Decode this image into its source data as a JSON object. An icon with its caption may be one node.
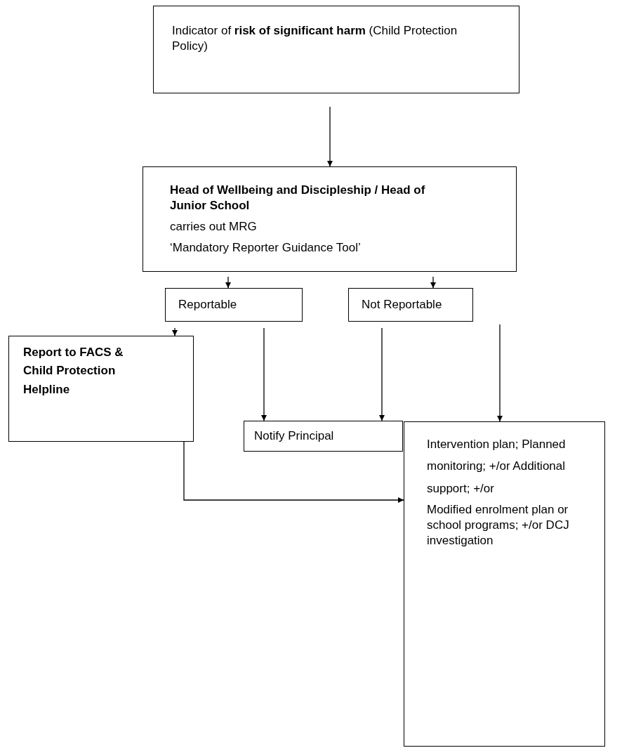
{
  "diagram": {
    "nodes": [
      {
        "text": [
          "Indicator of **risk of significant harm** (Child Protection Policy)"
        ]
      },
      {
        "text": [
          "Head of Wellbeing and Discipleship / Head of Junior School",
          "carries out MRG",
          "‘Mandatory Reporter Guidance Tool’"
        ]
      },
      {
        "text": [
          "Reportable"
        ]
      },
      {
        "text": [
          "Not Reportable"
        ]
      },
      {
        "text": [
          "Report to FACS & Child Protection Helpline"
        ]
      },
      {
        "text": [
          "Notify Principal"
        ]
      },
      {
        "text": [
          "Intervention plan; Planned monitoring; +/or Additional support; +/or",
          "Modified enrolment plan or school programs; +/or DCJ investigation"
        ]
      }
    ],
    "edges": [
      {
        "from": 0,
        "to": 1,
        "arrow": "to"
      },
      {
        "from": 1,
        "to": 2,
        "arrow": "to"
      },
      {
        "from": 1,
        "to": 3,
        "arrow": "to"
      },
      {
        "from": 2,
        "to": 4,
        "arrow": "to"
      },
      {
        "from": 2,
        "to": 5,
        "arrow": "to"
      },
      {
        "from": 3,
        "to": 5,
        "arrow": "to"
      },
      {
        "from": 3,
        "to": 6,
        "arrow": "to"
      },
      {
        "from": 4,
        "to": 6,
        "arrow": "to"
      }
    ]
  }
}
